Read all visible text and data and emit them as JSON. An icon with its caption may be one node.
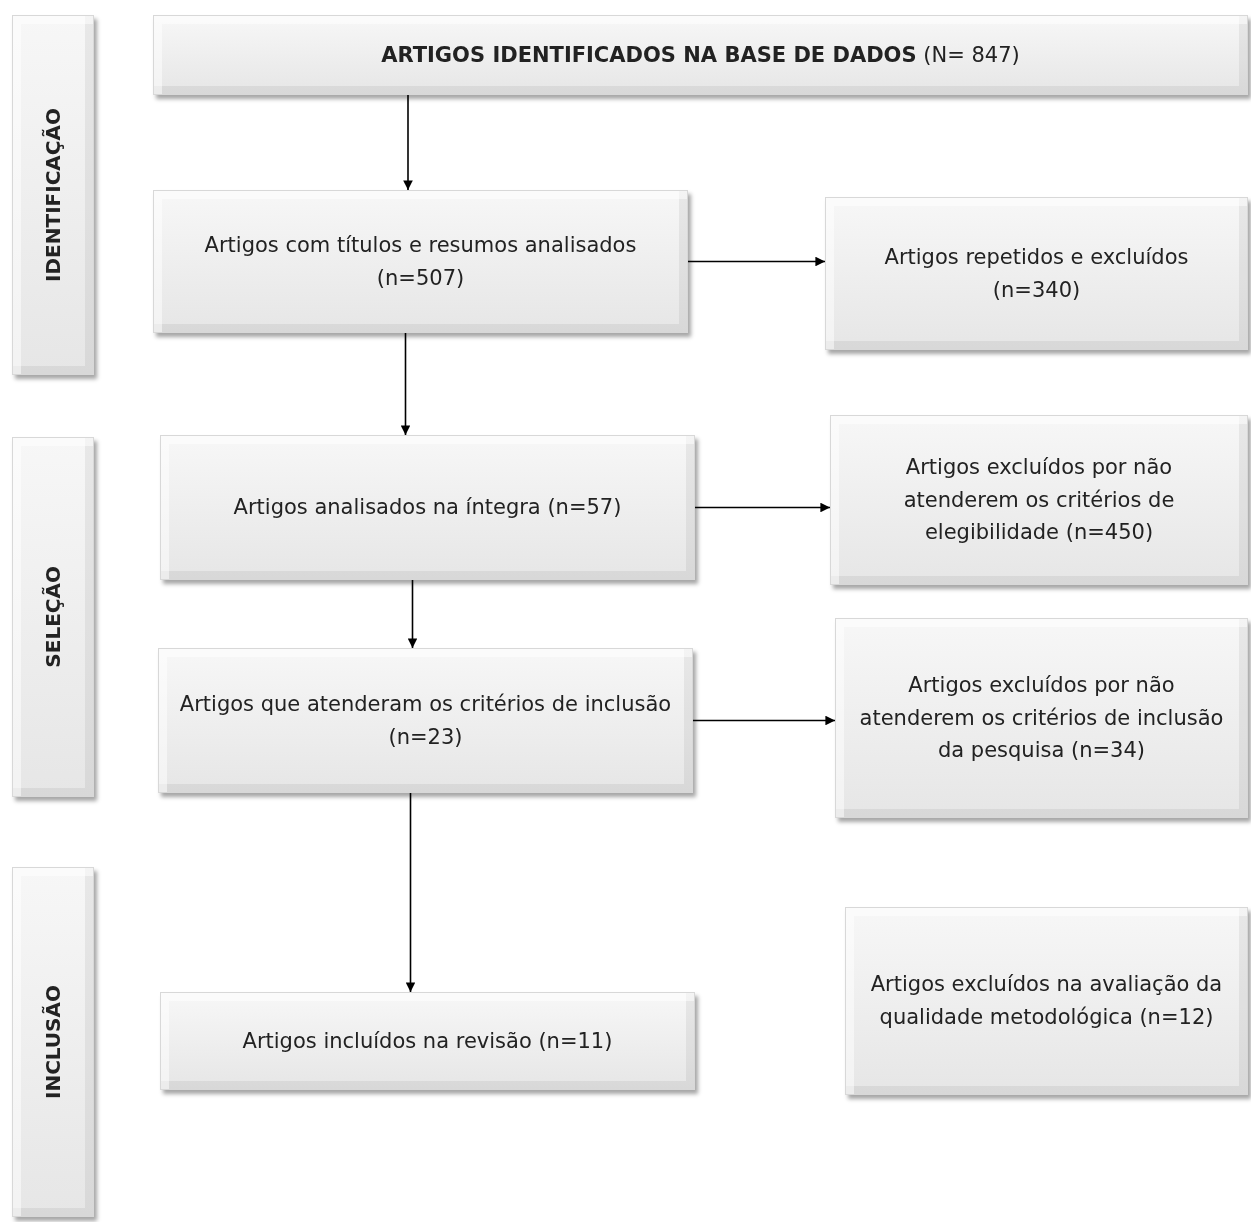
{
  "diagram": {
    "nodes": [
      {
        "text": [
          "IDENTIFICAÇÃO"
        ]
      },
      {
        "text": [
          "SELEÇÃO"
        ]
      },
      {
        "text": [
          "INCLUSÃO"
        ]
      },
      {
        "text": [
          "**ARTIGOS IDENTIFICADOS NA BASE DE DADOS** (N= 847)"
        ]
      },
      {
        "text": [
          "Artigos com títulos e resumos analisados (n=507)"
        ]
      },
      {
        "text": [
          "Artigos repetidos e excluídos (n=340)"
        ]
      },
      {
        "text": [
          "Artigos analisados na íntegra (n=57)"
        ]
      },
      {
        "text": [
          "Artigos excluídos por não atenderem os critérios de elegibilidade (n=450)"
        ]
      },
      {
        "text": [
          "Artigos que atenderam os critérios de inclusão (n=23)"
        ]
      },
      {
        "text": [
          "Artigos excluídos por não atenderem os critérios de inclusão da pesquisa (n=34)"
        ]
      },
      {
        "text": [
          "Artigos incluídos na revisão (n=11)"
        ]
      },
      {
        "text": [
          "Artigos excluídos na avaliação da qualidade metodológica (n=12)"
        ]
      }
    ],
    "edges": [
      {
        "from": 3,
        "to": 4,
        "arrow": "to"
      },
      {
        "from": 4,
        "to": 5,
        "arrow": "to"
      },
      {
        "from": 4,
        "to": 6,
        "arrow": "to"
      },
      {
        "from": 6,
        "to": 7,
        "arrow": "to"
      },
      {
        "from": 6,
        "to": 8,
        "arrow": "to"
      },
      {
        "from": 8,
        "to": 9,
        "arrow": "to"
      },
      {
        "from": 8,
        "to": 10,
        "arrow": "to"
      }
    ]
  }
}
